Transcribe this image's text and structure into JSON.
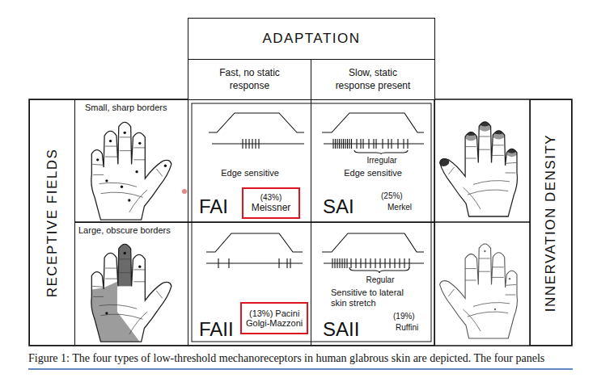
{
  "diagram": {
    "caption": "Figure 1: The four types of low-threshold mechanoreceptors in human glabrous skin are depicted. The four panels",
    "nodes": [
      {
        "text": [
          "ADAPTATION"
        ]
      },
      {
        "text": [
          "Fast, no static response"
        ]
      },
      {
        "text": [
          "Slow, static response present"
        ]
      },
      {
        "text": [
          "RECEPTIVE FIELDS"
        ]
      },
      {
        "text": [
          "Small, sharp borders"
        ]
      },
      {
        "text": [
          "Edge sensitive",
          "FAI"
        ]
      },
      {
        "text": [
          "(43%)",
          "Meissner"
        ],
        "in": 5
      },
      {
        "text": [
          "Irregular",
          "Edge sensitive",
          "SAI",
          "(25%)",
          "Merkel"
        ]
      },
      {
        "text": [
          "INNERVATION DENSITY"
        ]
      },
      {
        "text": [
          "Large, obscure borders"
        ]
      },
      {
        "text": [
          "FAII"
        ]
      },
      {
        "text": [
          "(13%) Pacini",
          "Golgi-Mazzoni"
        ],
        "in": 10
      },
      {
        "text": [
          "Regular",
          "Sensitive to lateral skin stretch",
          "SAII",
          "(19%)",
          "Ruffini"
        ]
      }
    ]
  }
}
